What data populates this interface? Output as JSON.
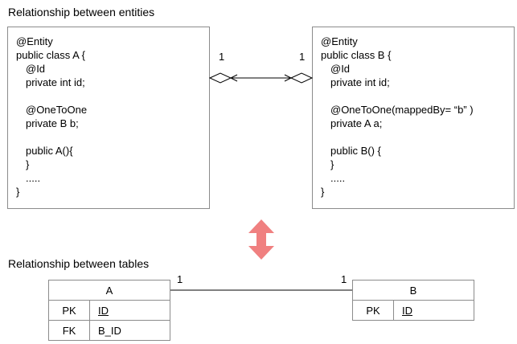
{
  "titles": {
    "entities": "Relationship between entities",
    "tables": "Relationship between tables"
  },
  "entity_a": {
    "lines": [
      "@Entity",
      "public class A {",
      "@Id",
      "private int id;",
      "",
      "@OneToOne",
      "private B b;",
      "",
      "public A(){",
      "}",
      ".....",
      "}"
    ]
  },
  "entity_b": {
    "lines": [
      "@Entity",
      "public class B {",
      "@Id",
      "private int id;",
      "",
      "@OneToOne(mappedBy= “b” )",
      "private A a;",
      "",
      "public B() {",
      "}",
      ".....",
      "}"
    ]
  },
  "entity_link": {
    "left_multiplicity": "1",
    "right_multiplicity": "1"
  },
  "table_a": {
    "name": "A",
    "rows": [
      {
        "key": "PK",
        "column": "ID"
      },
      {
        "key": "FK",
        "column": "B_ID"
      }
    ]
  },
  "table_b": {
    "name": "B",
    "rows": [
      {
        "key": "PK",
        "column": "ID"
      }
    ]
  },
  "table_link": {
    "left_multiplicity": "1",
    "right_multiplicity": "1"
  },
  "colors": {
    "double_arrow": "#f08080",
    "border": "#8c8c8c"
  }
}
